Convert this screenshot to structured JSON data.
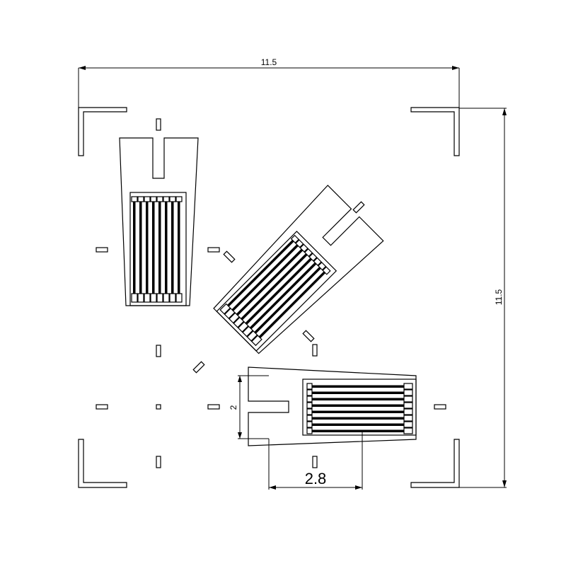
{
  "dimensions": {
    "top_width": "11.5",
    "right_height": "11.5",
    "pad_height": "2",
    "grid_width": "2.8"
  }
}
